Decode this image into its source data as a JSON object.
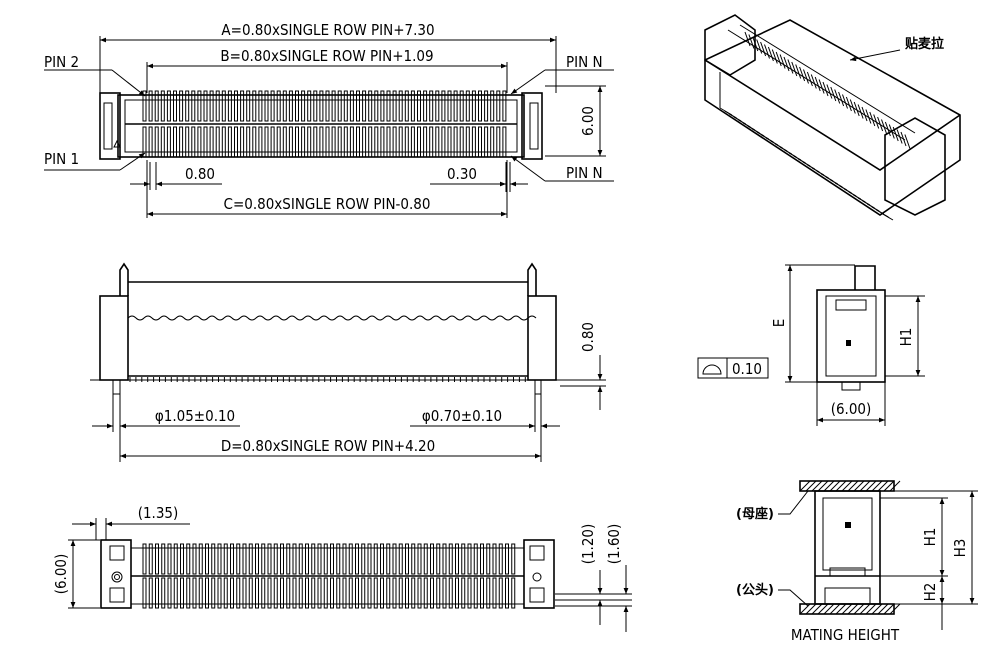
{
  "top_view": {
    "dim_a": "A=0.80xSINGLE ROW PIN+7.30",
    "dim_b": "B=0.80xSINGLE ROW PIN+1.09",
    "dim_c": "C=0.80xSINGLE ROW PIN-0.80",
    "pin2": "PIN 2",
    "pin1": "PIN 1",
    "pinN_top": "PIN N",
    "pinN_bottom": "PIN N",
    "pitch": "0.80",
    "pad_width": "0.30",
    "height": "6.00"
  },
  "iso_view": {
    "note": "贴麦拉"
  },
  "front_view": {
    "dim_peg_large": "φ1.05±0.10",
    "dim_peg_small": "φ0.70±0.10",
    "dim_d": "D=0.80xSINGLE ROW PIN+4.20",
    "lead": "0.80"
  },
  "side_view": {
    "e": "E",
    "h1": "H1",
    "width": "(6.00)",
    "flatness": "0.10"
  },
  "footprint_view": {
    "offset": "(1.35)",
    "width": "(6.00)",
    "d1": "(1.20)",
    "d2": "(1.60)"
  },
  "mating_view": {
    "female": "(母座)",
    "male": "(公头)",
    "h1": "H1",
    "h2": "H2",
    "h3": "H3",
    "caption": "MATING HEIGHT"
  }
}
